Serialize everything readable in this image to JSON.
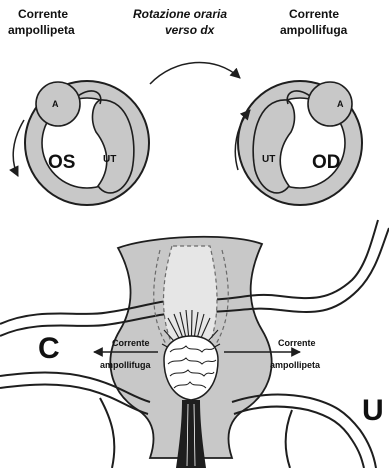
{
  "top_left": {
    "label_line1": "Corrente",
    "label_line2": "ampollipeta",
    "ampulla": "A",
    "canal": "OS",
    "utricle": "UT"
  },
  "top_middle": {
    "line1": "Rotazione oraria",
    "line2": "verso dx"
  },
  "top_right": {
    "label_line1": "Corrente",
    "label_line2": "ampollifuga",
    "ampulla": "A",
    "canal": "OD",
    "utricle": "UT"
  },
  "bottom": {
    "left_letter": "C",
    "right_letter": "U",
    "left_arrow_line1": "Corrente",
    "left_arrow_line2": "ampollifuga",
    "right_arrow_line1": "Corrente",
    "right_arrow_line2": "ampollipeta"
  },
  "colors": {
    "fill_gray": "#c8c8c8",
    "stroke": "#1e1e1e",
    "cupula": "#e6e6e6"
  }
}
